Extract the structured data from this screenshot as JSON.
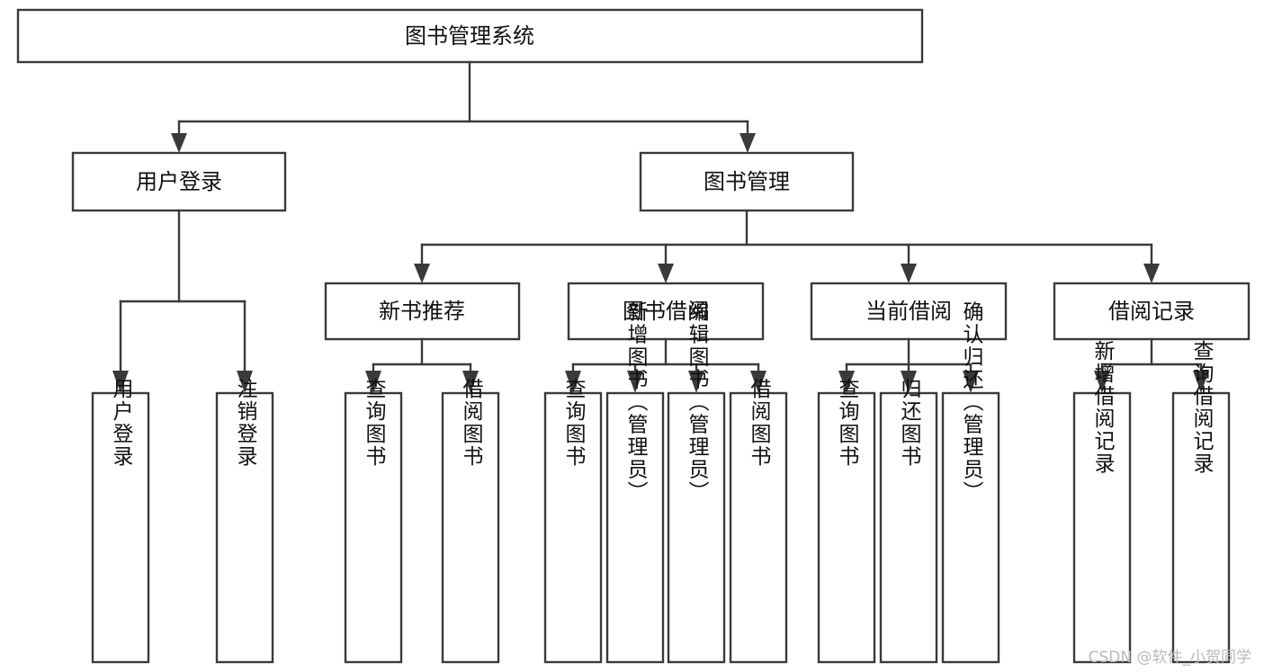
{
  "diagram": {
    "type": "tree",
    "title": "图书管理系统",
    "colors": {
      "box_stroke": "#3a3a3a",
      "box_fill": "#ffffff",
      "text": "#111111",
      "background": "#ffffff",
      "watermark": "#b9b9b9"
    },
    "root": {
      "label": "图书管理系统"
    },
    "level2": [
      {
        "label": "用户登录"
      },
      {
        "label": "图书管理"
      }
    ],
    "level3": [
      {
        "label": "新书推荐"
      },
      {
        "label": "图书借阅"
      },
      {
        "label": "当前借阅"
      },
      {
        "label": "借阅记录"
      }
    ],
    "leaves": {
      "user_login": [
        {
          "label": "用户登录"
        },
        {
          "label": "注销登录"
        }
      ],
      "new_book_recommend": [
        {
          "label": "查询图书"
        },
        {
          "label": "借阅图书"
        }
      ],
      "book_borrow": [
        {
          "label": "查询图书"
        },
        {
          "label": "新增图书（管理员）"
        },
        {
          "label": "编辑图书（管理员）"
        },
        {
          "label": "借阅图书"
        }
      ],
      "current_borrow": [
        {
          "label": "查询图书"
        },
        {
          "label": "归还图书"
        },
        {
          "label": "确认归还（管理员）"
        }
      ],
      "borrow_record": [
        {
          "label": "新增借阅记录"
        },
        {
          "label": "查询借阅记录"
        }
      ]
    }
  },
  "watermark": {
    "text": "CSDN @软件_小贺同学"
  }
}
